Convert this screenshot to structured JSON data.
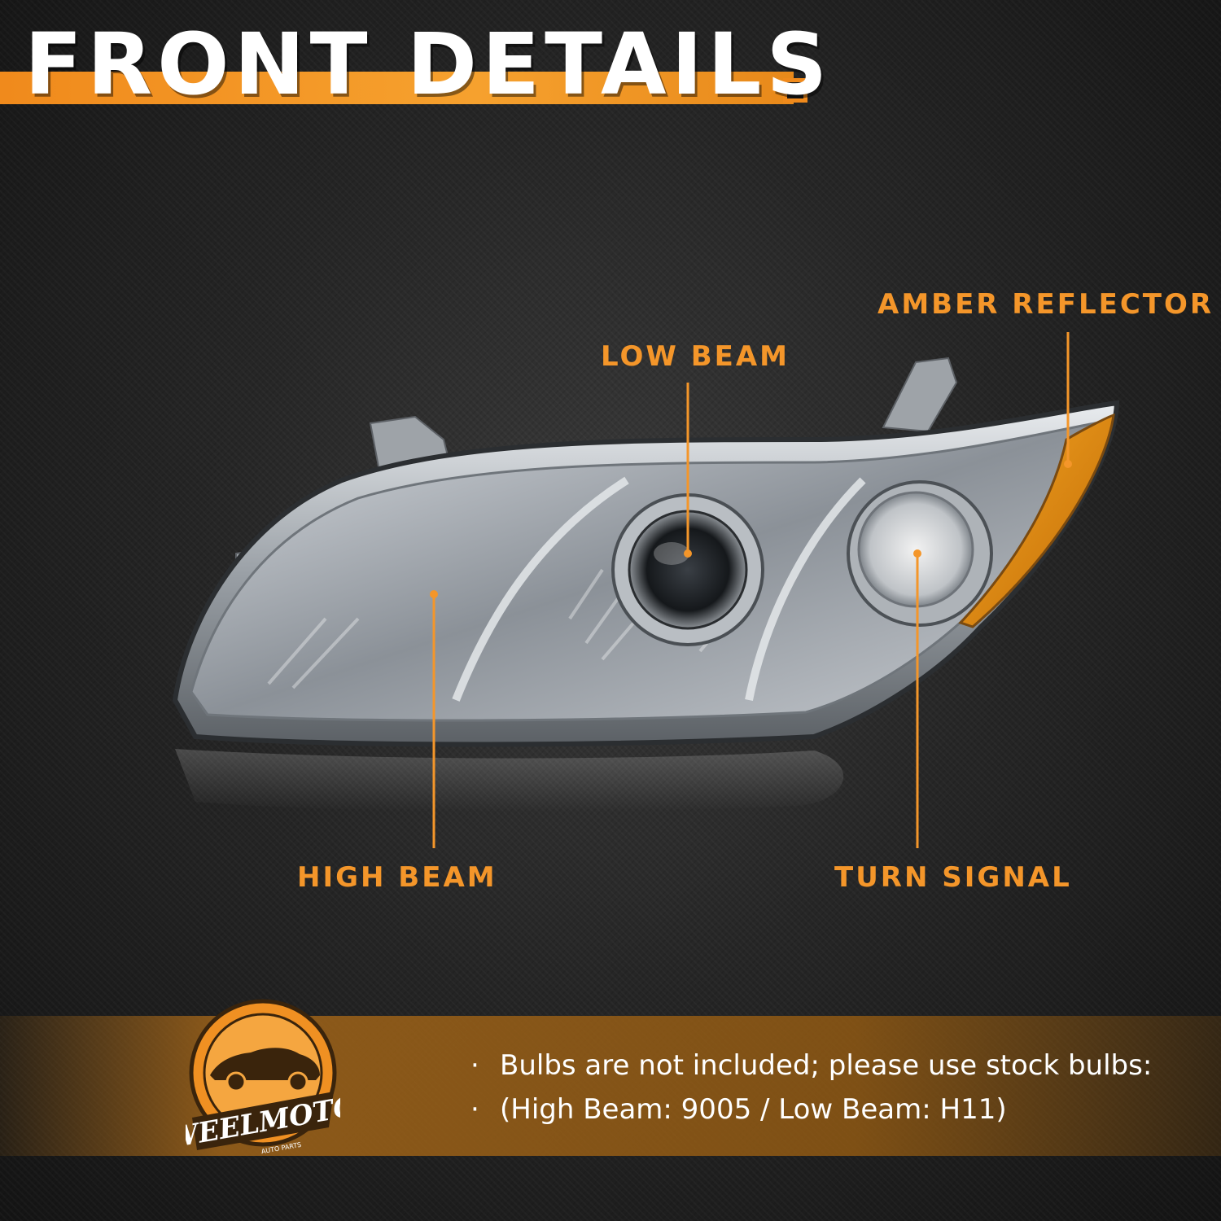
{
  "title": "FRONT DETAILS",
  "callouts": {
    "amber_reflector": "AMBER REFLECTOR",
    "low_beam": "LOW BEAM",
    "high_beam": "HIGH BEAM",
    "turn_signal": "TURN SIGNAL"
  },
  "notes": [
    "Bulbs are not included; please use stock bulbs:",
    "(High Beam: 9005 / Low Beam: H11)"
  ],
  "bullet": "·",
  "logo": {
    "brand": "WEELMOTO",
    "tagline": "AUTO PARTS"
  },
  "colors": {
    "accent": "#f4962a",
    "title_text": "#ffffff",
    "background": "#222222",
    "amber_lens": "#e8920f"
  },
  "icons": [
    "headlight-image",
    "weelmoto-logo",
    "car-icon"
  ]
}
